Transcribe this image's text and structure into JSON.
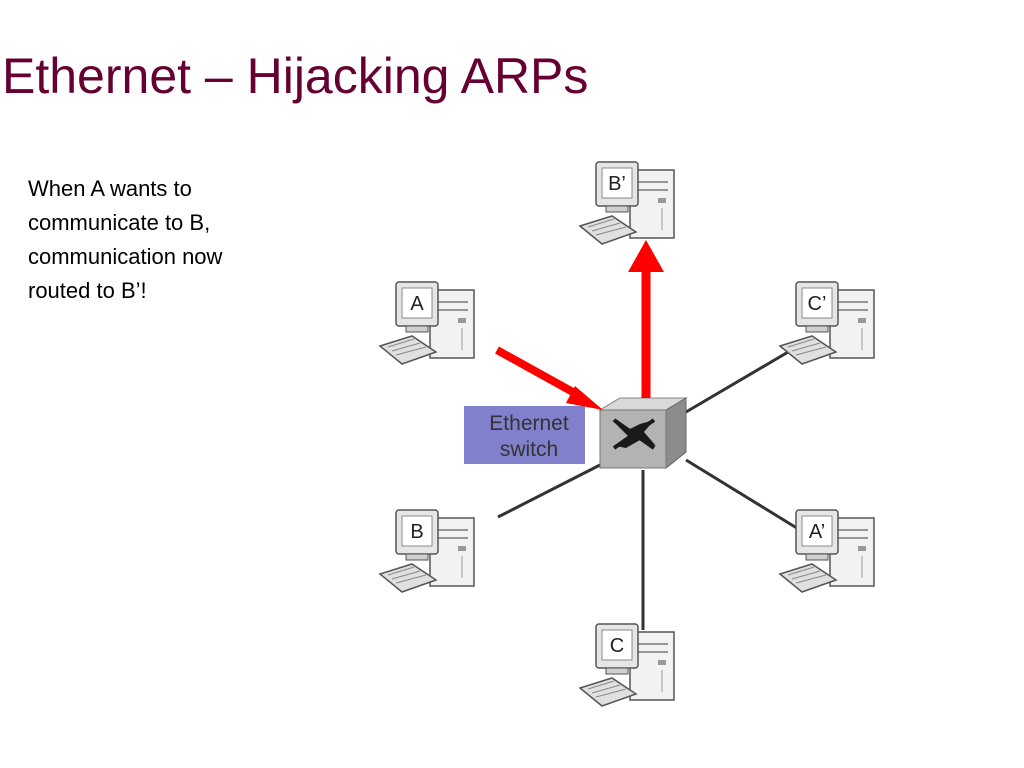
{
  "slide": {
    "title": "Ethernet – Hijacking ARPs",
    "body_lines": [
      "When A wants to",
      "communicate to B,",
      "communication now",
      "routed to B’!"
    ]
  },
  "diagram": {
    "switch": {
      "label_line1": "Ethernet",
      "label_line2": "switch",
      "icon": "switch-cross-icon"
    },
    "computers": [
      "B’",
      "A",
      "C’",
      "B",
      "A’",
      "C"
    ],
    "colors": {
      "title": "#660033",
      "arrow": "#ff0000",
      "link": "#333333",
      "switch_label_bg": "#8080cc"
    }
  }
}
